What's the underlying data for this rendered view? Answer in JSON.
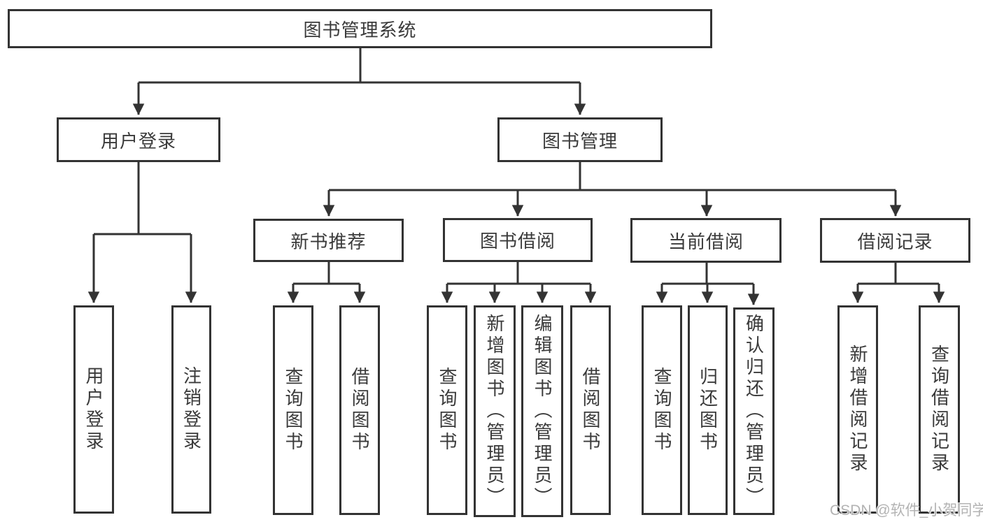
{
  "root": {
    "label": "图书管理系统"
  },
  "level2": [
    {
      "label": "用户登录"
    },
    {
      "label": "图书管理"
    }
  ],
  "level3": [
    {
      "label": "新书推荐"
    },
    {
      "label": "图书借阅"
    },
    {
      "label": "当前借阅"
    },
    {
      "label": "借阅记录"
    }
  ],
  "leaves": {
    "user_login": [
      {
        "label": "用户登录"
      },
      {
        "label": "注销登录"
      }
    ],
    "new_book_rec": [
      {
        "label": "查询图书"
      },
      {
        "label": "借阅图书"
      }
    ],
    "book_borrow": [
      {
        "label": "查询图书"
      },
      {
        "label": "新增图书（管理员）"
      },
      {
        "label": "编辑图书（管理员）"
      },
      {
        "label": "借阅图书"
      }
    ],
    "current_borrow": [
      {
        "label": "查询图书"
      },
      {
        "label": "归还图书"
      },
      {
        "label": "确认归还（管理员）"
      }
    ],
    "borrow_records": [
      {
        "label": "新增借阅记录"
      },
      {
        "label": "查询借阅记录"
      }
    ]
  },
  "watermark": "CSDN @软件_小贺同学",
  "colors": {
    "line": "#333333",
    "text": "#3a3a3a",
    "watermark": "#b3b3b3",
    "background": "#ffffff"
  }
}
